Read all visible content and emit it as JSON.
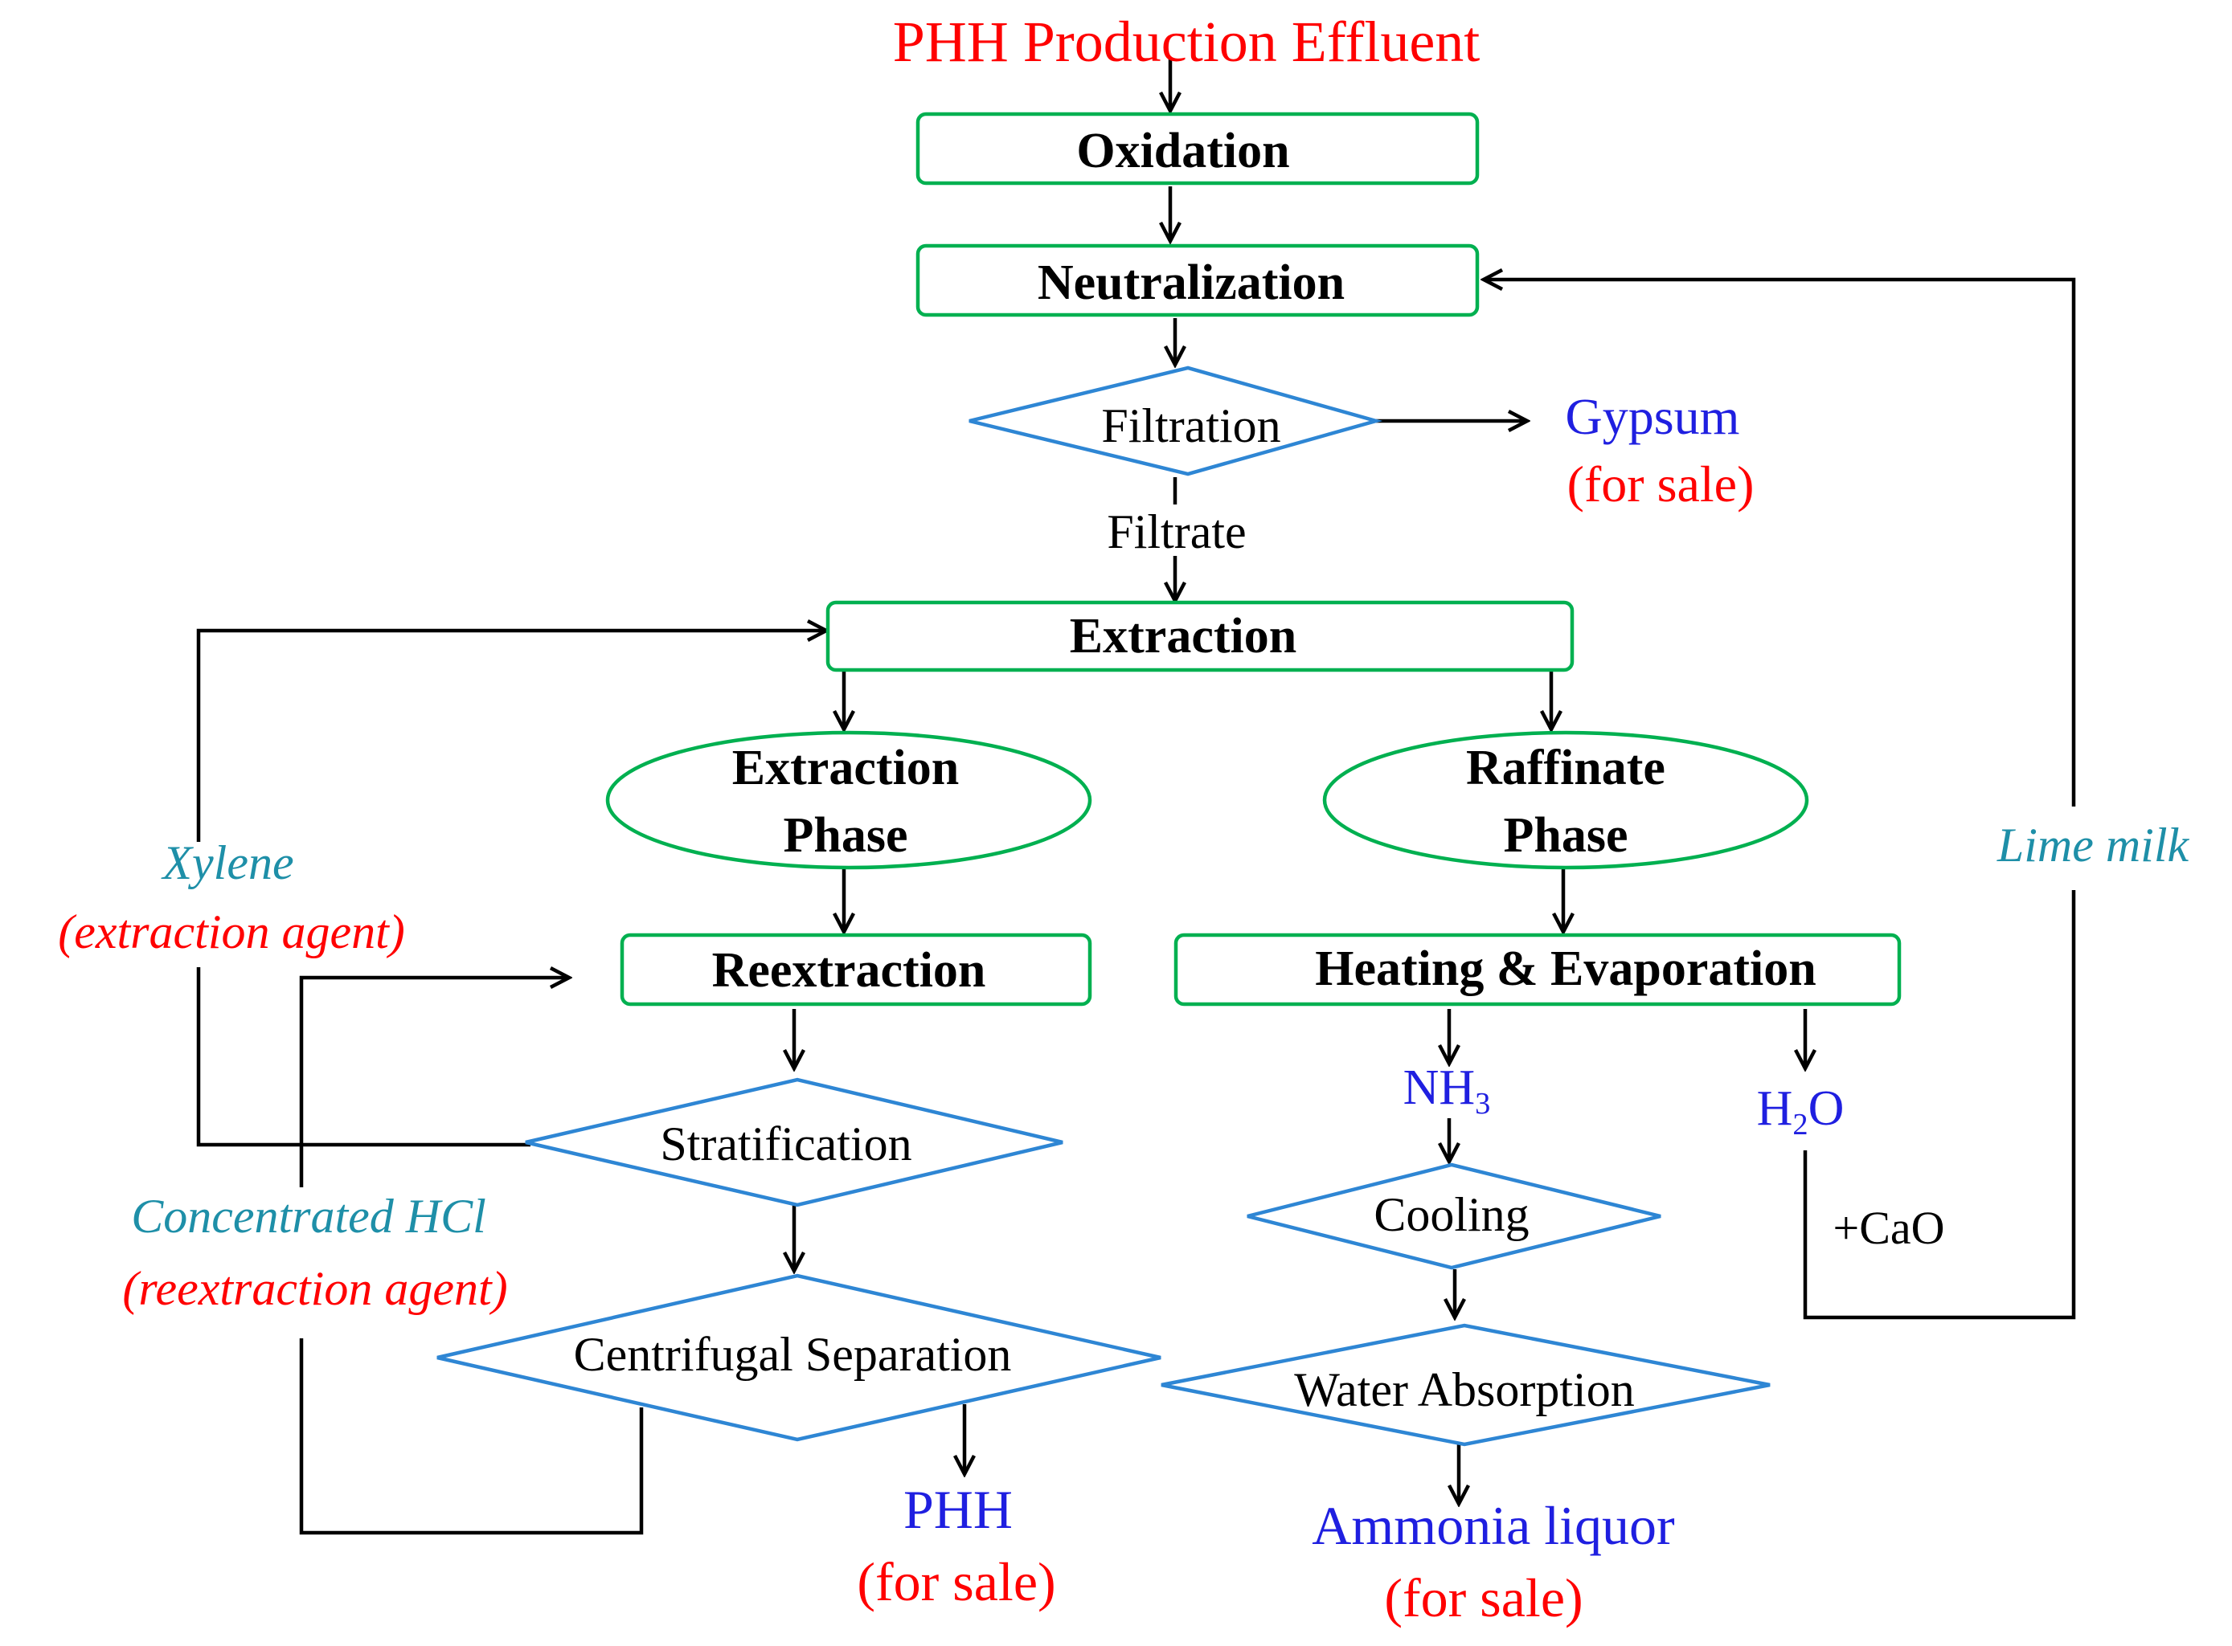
{
  "colors": {
    "box_stroke": "#00b050",
    "diamond_stroke": "#2e86d4",
    "line": "#000000",
    "text_black": "#000000",
    "text_red": "#ff0000",
    "text_blue": "#1f1fe0",
    "text_teal": "#1e8fa8"
  },
  "title": "PHH Production Effluent",
  "steps": {
    "oxidation": "Oxidation",
    "neutralization": "Neutralization",
    "filtration": "Filtration",
    "filtrate": "Filtrate",
    "extraction": "Extraction",
    "extraction_phase_l1": "Extraction",
    "extraction_phase_l2": "Phase",
    "raffinate_phase_l1": "Raffinate",
    "raffinate_phase_l2": "Phase",
    "reextraction": "Reextraction",
    "heating_evaporation": "Heating & Evaporation",
    "stratification": "Stratification",
    "centrifugal_separation": "Centrifugal Separation",
    "cooling": "Cooling",
    "water_absorption": "Water Absorption"
  },
  "products": {
    "gypsum": "Gypsum",
    "gypsum_note": "(for sale)",
    "phh": "PHH",
    "phh_note": "(for sale)",
    "ammonia": "Ammonia liquor",
    "ammonia_note": "(for sale)",
    "nh3_main": "NH",
    "nh3_sub": "3",
    "h2o_h": "H",
    "h2o_sub": "2",
    "h2o_o": "O"
  },
  "agents": {
    "xylene": "Xylene",
    "xylene_note": "(extraction agent)",
    "hcl": "Concentrated HCl",
    "hcl_note": "(reextraction agent)",
    "lime_milk": "Lime milk",
    "cao": "+CaO"
  }
}
